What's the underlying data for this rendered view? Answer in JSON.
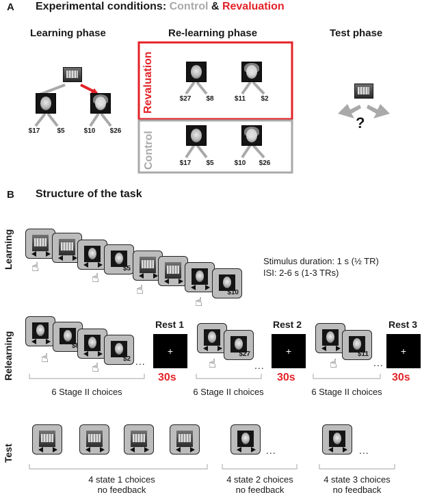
{
  "panel_a": {
    "letter": "A",
    "title_prefix": "Experimental conditions:",
    "title_control": "Control",
    "title_amp": "&",
    "title_revaluation": "Revaluation",
    "phases": {
      "learning": "Learning phase",
      "relearning": "Re-learning phase",
      "test": "Test phase"
    },
    "learning_values": [
      "$17",
      "$5",
      "$10",
      "$26"
    ],
    "revaluation_label": "Revaluation",
    "revaluation_values": [
      "$27",
      "$8",
      "$11",
      "$2"
    ],
    "control_label": "Control",
    "control_values": [
      "$17",
      "$5",
      "$10",
      "$26"
    ],
    "test_symbol": "?"
  },
  "panel_b": {
    "letter": "B",
    "title": "Structure of the task",
    "row_labels": {
      "learning": "Learning",
      "relearning": "Relearning",
      "test": "Test"
    },
    "stimulus_duration": "Stimulus duration: 1 s (½ TR)",
    "isi": "ISI: 2-6 s (1-3 TRs)",
    "learning_amounts": [
      "$5",
      "$10"
    ],
    "relearning_amounts": [
      "$8",
      "$2",
      "$27",
      "$11"
    ],
    "rests": [
      {
        "label": "Rest 1",
        "duration": "30s"
      },
      {
        "label": "Rest 2",
        "duration": "30s"
      },
      {
        "label": "Rest 3",
        "duration": "30s"
      }
    ],
    "fixation": "+",
    "ellipsis": "...",
    "stage2_caption": "6 Stage II choices",
    "test_captions": [
      {
        "line1": "4 state 1 choices",
        "line2": "no feedback"
      },
      {
        "line1": "4 state 2 choices",
        "line2": "no feedback"
      },
      {
        "line1": "4 state 3 choices",
        "line2": "no feedback"
      }
    ]
  },
  "colors": {
    "red": "#e32227",
    "gray": "#a9a9a9",
    "dark": "#1a1a1a"
  }
}
